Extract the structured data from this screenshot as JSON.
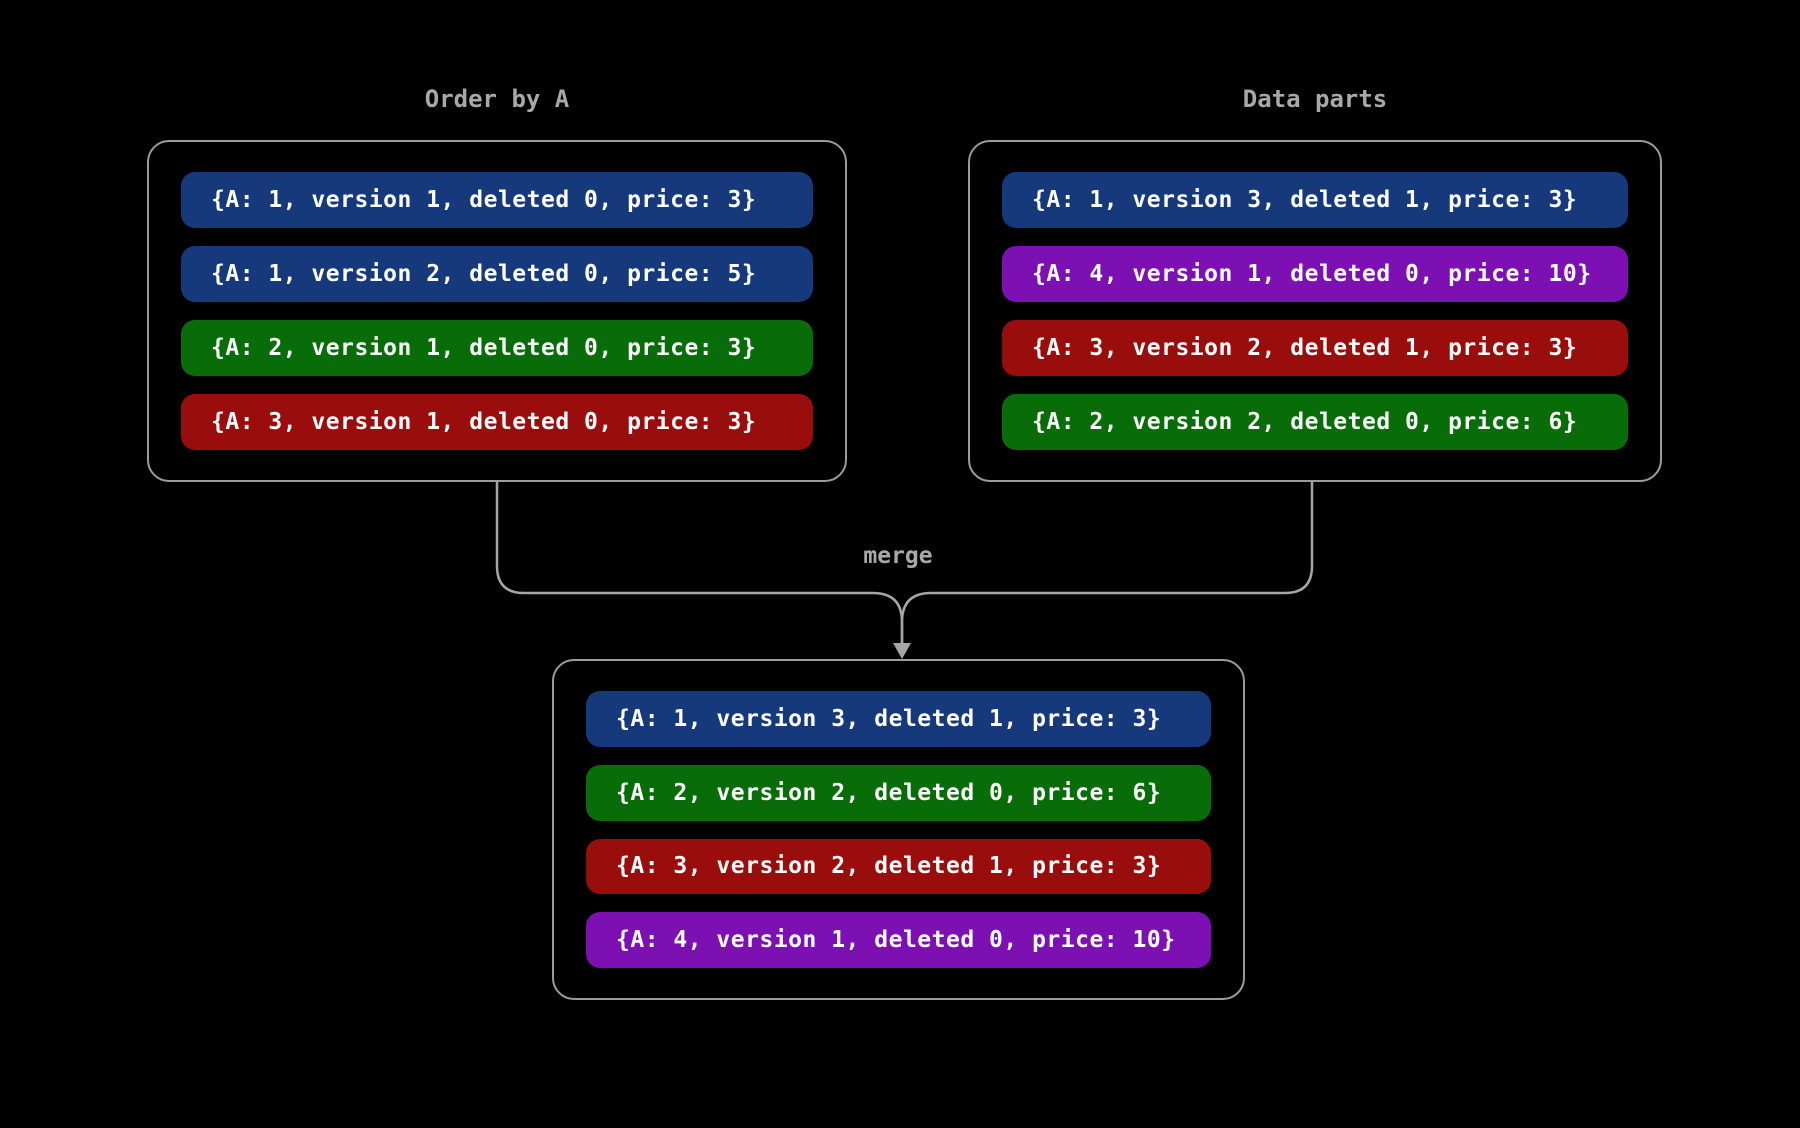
{
  "canvas": {
    "background": "#000000",
    "box_border_color": "#9b9b9b",
    "connector_color": "#a6a6a6",
    "label_color": "#a8a8a8",
    "row_text_color": "#ffffff"
  },
  "colors": {
    "blue": "#16397b",
    "green": "#086d08",
    "red": "#9a0d0d",
    "purple": "#7d10b3"
  },
  "left_box": {
    "title": "Order by A",
    "rows": [
      {
        "color": "blue",
        "text": "{A: 1, version 1, deleted 0, price: 3}"
      },
      {
        "color": "blue",
        "text": "{A: 1, version 2, deleted 0, price: 5}"
      },
      {
        "color": "green",
        "text": "{A: 2, version 1, deleted 0, price: 3}"
      },
      {
        "color": "red",
        "text": "{A: 3, version 1, deleted 0, price: 3}"
      }
    ]
  },
  "right_box": {
    "title": "Data parts",
    "rows": [
      {
        "color": "blue",
        "text": "{A: 1, version 3, deleted 1, price: 3}"
      },
      {
        "color": "purple",
        "text": "{A: 4, version 1, deleted 0, price: 10}"
      },
      {
        "color": "red",
        "text": "{A: 3, version 2, deleted 1, price: 3}"
      },
      {
        "color": "green",
        "text": "{A: 2, version 2, deleted 0, price: 6}"
      }
    ]
  },
  "merged_box": {
    "rows": [
      {
        "color": "blue",
        "text": "{A: 1, version 3, deleted 1, price: 3}"
      },
      {
        "color": "green",
        "text": "{A: 2, version 2, deleted 0, price: 6}"
      },
      {
        "color": "red",
        "text": "{A: 3, version 2, deleted 1, price: 3}"
      },
      {
        "color": "purple",
        "text": "{A: 4, version 1, deleted 0, price: 10}"
      }
    ]
  },
  "merge_label": "merge"
}
